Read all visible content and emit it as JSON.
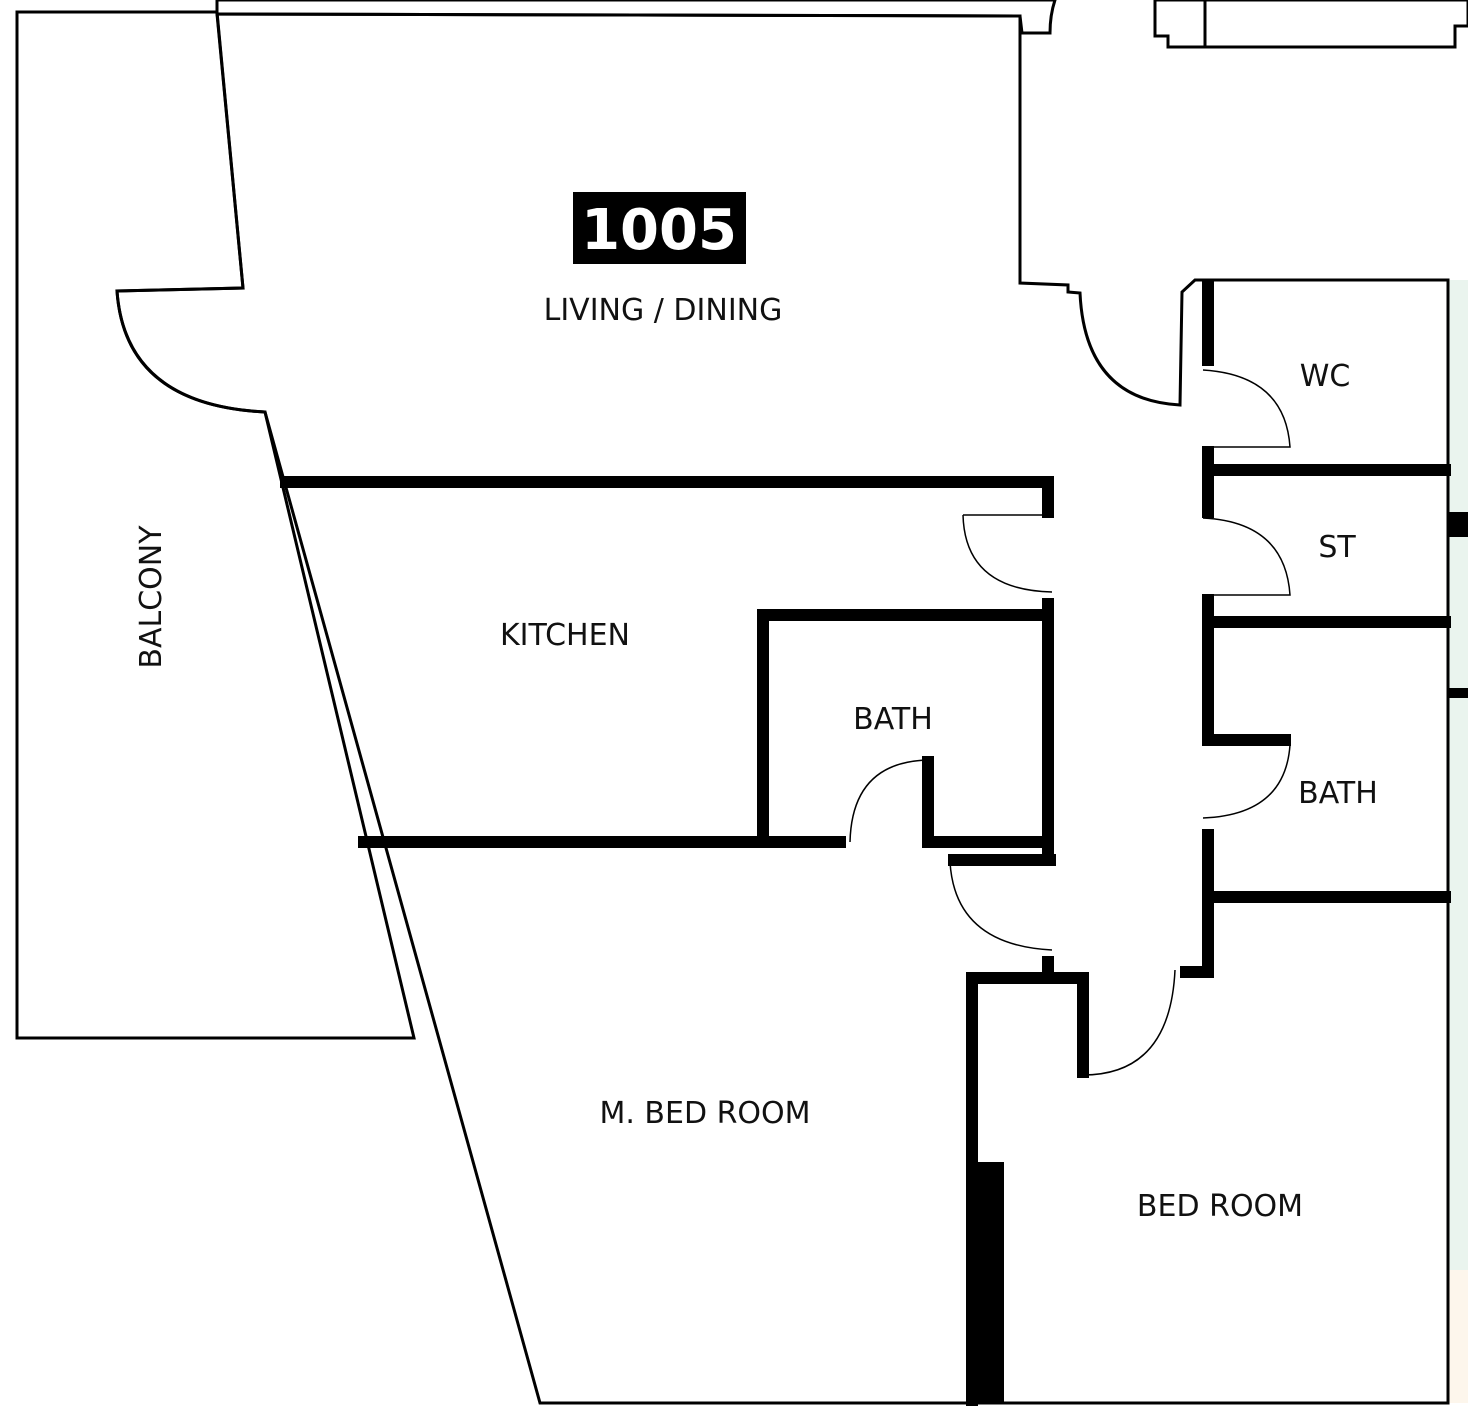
{
  "unit": {
    "number": "1005"
  },
  "rooms": {
    "living_dining": "LIVING  / DINING",
    "kitchen": "KITCHEN",
    "bath_1": "BATH",
    "bath_2": "BATH",
    "wc": "WC",
    "st": "ST",
    "master_bedroom": "M. BED ROOM",
    "bedroom": "BED ROOM",
    "balcony": "BALCONY"
  },
  "colors": {
    "unit_fill": "#f0f7fa",
    "balcony_fill": "#fdf6ec",
    "neighbor_pink": "#fcefee",
    "neighbor_green": "#eaf4ee",
    "wall": "#000000"
  }
}
